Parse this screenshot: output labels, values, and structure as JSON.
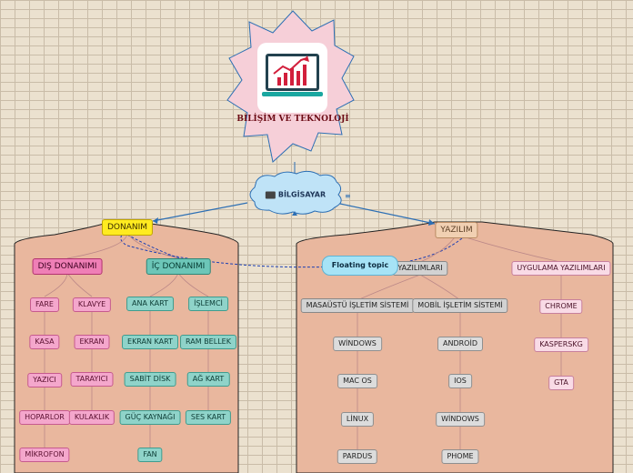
{
  "diagram": {
    "title": "BİLİŞİM VE TEKNOLOJİ",
    "root": "BİLGİSAYAR",
    "floating_topic": "Floating topic",
    "branches": {
      "donanim": {
        "label": "DONANIM",
        "dis": {
          "label": "DIŞ DONANIMI",
          "col1": [
            "FARE",
            "KASA",
            "YAZICI",
            "HOPARLOR",
            "MİKROFON"
          ],
          "col2": [
            "KLAVYE",
            "EKRAN",
            "TARAYICI",
            "KULAKLIK"
          ]
        },
        "ic": {
          "label": "İÇ DONANIMI",
          "col1": [
            "ANA KART",
            "EKRAN KART",
            "SABİT DİSK",
            "GÜÇ KAYNAĞI",
            "FAN"
          ],
          "col2": [
            "İŞLEMCİ",
            "RAM BELLEK",
            "AĞ KART",
            "SES KART"
          ]
        }
      },
      "yazilim": {
        "label": "YAZILIM",
        "sistem": {
          "label": "YAZILIMLARI",
          "masaustu": {
            "label": "MASAÜSTÜ İŞLETİM SİSTEMİ",
            "items": [
              "WİNDOWS",
              "MAC OS",
              "LİNUX",
              "PARDUS"
            ]
          },
          "mobil": {
            "label": "MOBİL İŞLETİM SİSTEMİ",
            "items": [
              "ANDROİD",
              "IOS",
              "WİNDOWS",
              "PHOME"
            ]
          }
        },
        "uygulama": {
          "label": "UYGULAMA YAZILIMLARI",
          "items": [
            "CHROME",
            "KASPERSKG",
            "GTA"
          ]
        }
      }
    }
  },
  "colors": {
    "wall": "#e9b79e",
    "cloud": "#bfe3f7",
    "star": "#f6cfd8",
    "accent_blue": "#2d6fb4"
  },
  "icons": [
    "chart-icon",
    "laptop-icon",
    "note-icon"
  ]
}
